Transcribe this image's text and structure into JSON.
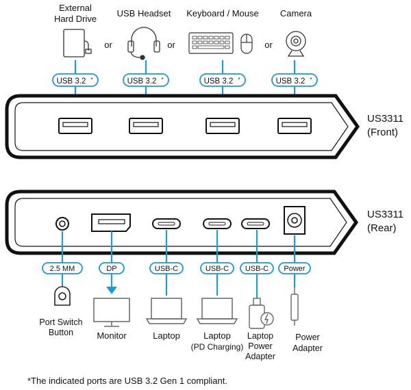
{
  "front": {
    "devices": [
      {
        "label_line1": "External",
        "label_line2": "Hard Drive",
        "icon": "external-hard-drive-icon",
        "port_label": "USB 3.2",
        "port_mark": "*"
      },
      {
        "label_line1": "USB Headset",
        "label_line2": "",
        "icon": "headset-icon",
        "port_label": "USB 3.2",
        "port_mark": "*"
      },
      {
        "label_line1": "Keyboard / Mouse",
        "label_line2": "",
        "icon": "keyboard-mouse-icon",
        "port_label": "USB 3.2",
        "port_mark": "*"
      },
      {
        "label_line1": "Camera",
        "label_line2": "",
        "icon": "camera-icon",
        "port_label": "USB 3.2",
        "port_mark": "*"
      }
    ],
    "or_label": "or",
    "unit_name": "US3311",
    "unit_side": "(Front)"
  },
  "rear": {
    "unit_name": "US3311",
    "unit_side": "(Rear)",
    "ports": [
      {
        "port_label": "2.5 MM",
        "device_line1": "Port Switch",
        "device_line2": "Button",
        "device_line3": "",
        "icon": "port-switch-button-icon"
      },
      {
        "port_label": "DP",
        "device_line1": "Monitor",
        "device_line2": "",
        "device_line3": "",
        "icon": "monitor-icon"
      },
      {
        "port_label": "USB-C",
        "device_line1": "Laptop",
        "device_line2": "",
        "device_line3": "",
        "icon": "laptop-icon"
      },
      {
        "port_label": "USB-C",
        "device_line1": "Laptop",
        "device_line2": "(PD Charging)",
        "device_line3": "",
        "icon": "laptop-icon"
      },
      {
        "port_label": "USB-C",
        "device_line1": "Laptop",
        "device_line2": "Power",
        "device_line3": "Adapter",
        "icon": "usb-c-power-adapter-icon"
      },
      {
        "port_label": "Power",
        "device_line1": "Power",
        "device_line2": "Adapter",
        "device_line3": "",
        "icon": "power-adapter-icon"
      }
    ]
  },
  "footnote": "*The indicated ports are USB 3.2 Gen 1 compliant.",
  "colors": {
    "accent": "#1a9ad6",
    "outline": "#111111"
  }
}
